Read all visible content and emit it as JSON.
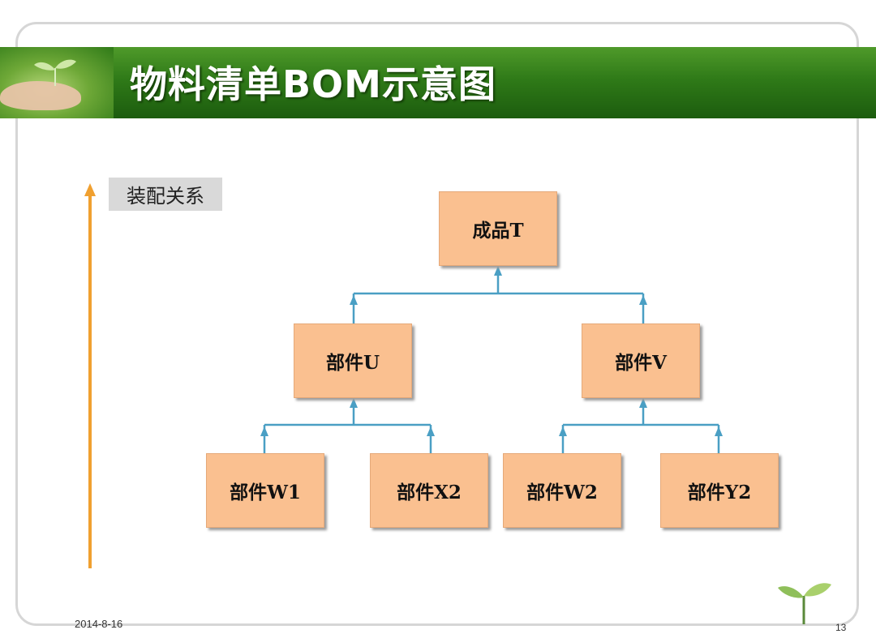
{
  "slide": {
    "title": "物料清单BOM示意图",
    "date": "2014-8-16",
    "page_number": "13"
  },
  "diagram": {
    "relation_label": "装配关系",
    "nodes": {
      "product_t": "成品T",
      "part_u": "部件U",
      "part_v": "部件V",
      "part_w1": "部件W1",
      "part_x2": "部件X2",
      "part_w2": "部件W2",
      "part_y2": "部件Y2"
    }
  },
  "colors": {
    "banner": "#2f7a18",
    "node_fill": "#fac090",
    "connector": "#4a9fc4",
    "arrow": "#f0a030",
    "label_bg": "#d9d9d9"
  },
  "icons": {
    "banner_decoration": "sprout-in-hands-icon",
    "corner_decoration": "sprout-icon"
  }
}
